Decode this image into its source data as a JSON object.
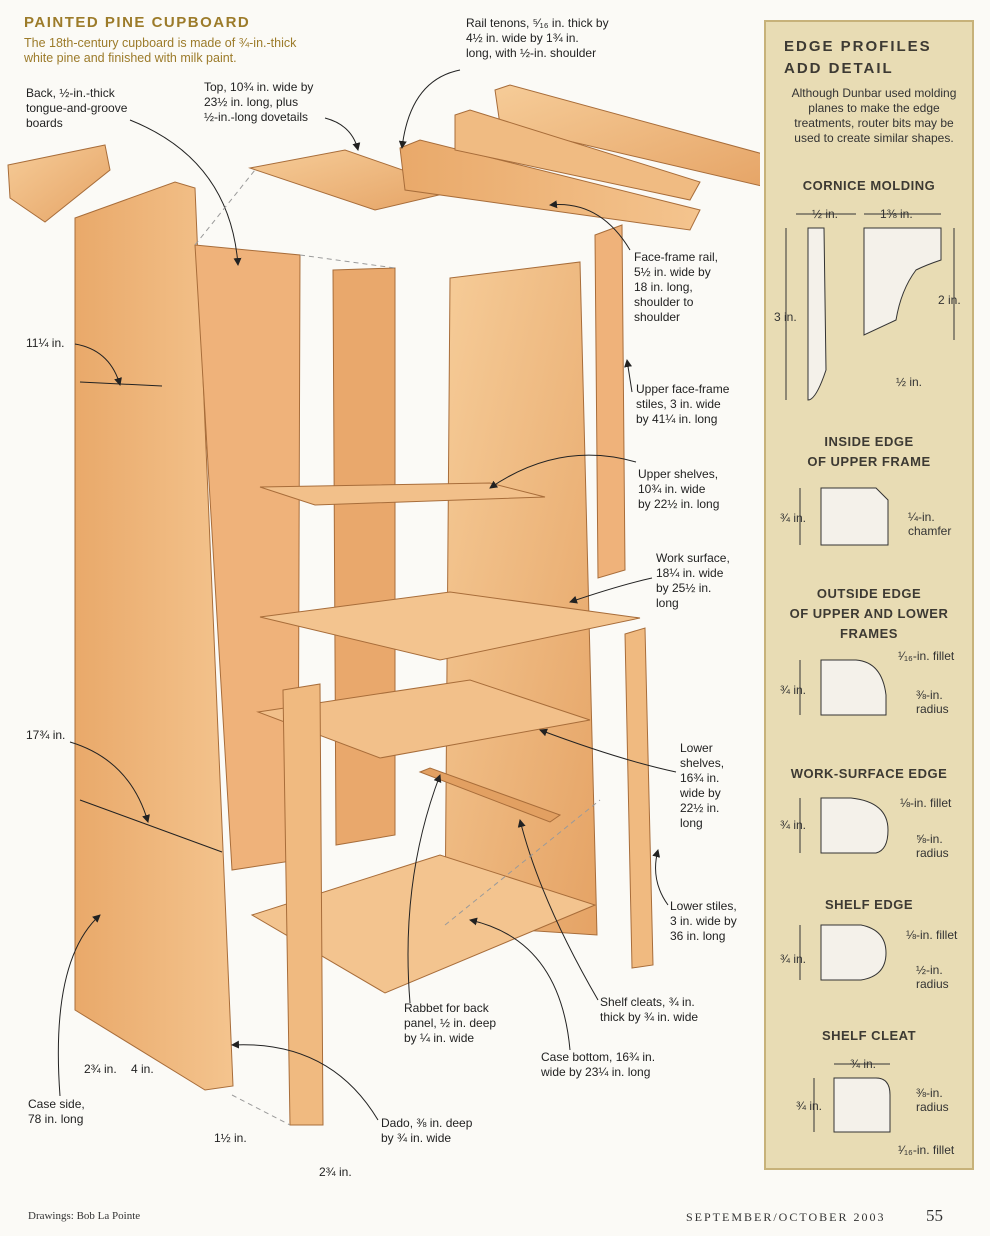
{
  "header": {
    "title": "PAINTED PINE CUPBOARD",
    "subtitle": "The 18th-century cupboard is made of ¾-in.-thick white pine and finished with milk paint."
  },
  "callouts": {
    "back": "Back, ½-in.-thick\ntongue-and-groove\nboards",
    "top": "Top, 10¾ in. wide by\n23½ in. long, plus\n½-in.-long dovetails",
    "rail_tenons": "Rail tenons, ⁵⁄₁₆ in. thick by\n4½ in. wide by 1¾ in.\nlong, with ½-in. shoulder",
    "face_frame_rail": "Face-frame rail,\n5½ in. wide by\n18 in. long,\nshoulder to\nshoulder",
    "upper_stiles": "Upper face-frame\nstiles, 3 in. wide\nby 41¼ in. long",
    "upper_shelves": "Upper shelves,\n10¾ in. wide\nby 22½ in. long",
    "work_surface": "Work surface,\n18¼ in. wide\nby 25½ in.\nlong",
    "lower_shelves": "Lower\nshelves,\n16¾ in.\nwide by\n22½ in.\nlong",
    "lower_stiles": "Lower stiles,\n3 in. wide by\n36 in. long",
    "shelf_cleats": "Shelf cleats, ¾ in.\nthick by ¾ in. wide",
    "rabbet": "Rabbet for back\npanel, ½ in. deep\nby ¼ in. wide",
    "case_bottom": "Case bottom, 16¾ in.\nwide by 23¼ in. long",
    "dado": "Dado, ⅜ in. deep\nby ¾ in. wide",
    "case_side": "Case side,\n78 in. long",
    "dim_11": "11¼ in.",
    "dim_17": "17¾ in.",
    "dim_2_3_4a": "2¾ in.",
    "dim_4": "4 in.",
    "dim_1_1_2": "1½ in.",
    "dim_2_3_4b": "2¾ in."
  },
  "sidebar": {
    "title": "EDGE PROFILES\nADD DETAIL",
    "intro": "Although Dunbar used molding planes to make the edge treatments, router bits may be used to create similar shapes.",
    "cornice": {
      "heading": "CORNICE MOLDING",
      "dim_half": "½ in.",
      "dim_1_3_8": "1⅜ in.",
      "dim_3": "3 in.",
      "dim_2": "2 in.",
      "dim_half_b": "½ in."
    },
    "inside_edge": {
      "heading": "INSIDE EDGE\nOF UPPER FRAME",
      "dim": "¾ in.",
      "note": "¼-in.\nchamfer"
    },
    "outside_edge": {
      "heading": "OUTSIDE EDGE\nOF UPPER AND LOWER\nFRAMES",
      "dim": "¾ in.",
      "note1": "¹⁄₁₆-in. fillet",
      "note2": "⅜-in.\nradius"
    },
    "work_surface_edge": {
      "heading": "WORK-SURFACE EDGE",
      "dim": "¾ in.",
      "note1": "⅛-in. fillet",
      "note2": "⅝-in.\nradius"
    },
    "shelf_edge": {
      "heading": "SHELF EDGE",
      "dim": "¾ in.",
      "note1": "⅛-in. fillet",
      "note2": "½-in.\nradius"
    },
    "shelf_cleat": {
      "heading": "SHELF CLEAT",
      "dim_top": "¾ in.",
      "dim": "¾ in.",
      "note1": "⅜-in.\nradius",
      "note2": "¹⁄₁₆-in. fillet"
    }
  },
  "footer": {
    "credit": "Drawings: Bob La Pointe",
    "issue": "SEPTEMBER/OCTOBER 2003",
    "page": "55"
  },
  "colors": {
    "wood_light": "#f3c08a",
    "wood_mid": "#e9a96a",
    "wood_dark": "#cf8a4e",
    "sidebar_bg": "#e8dcb4",
    "title_color": "#9c7b2a"
  }
}
